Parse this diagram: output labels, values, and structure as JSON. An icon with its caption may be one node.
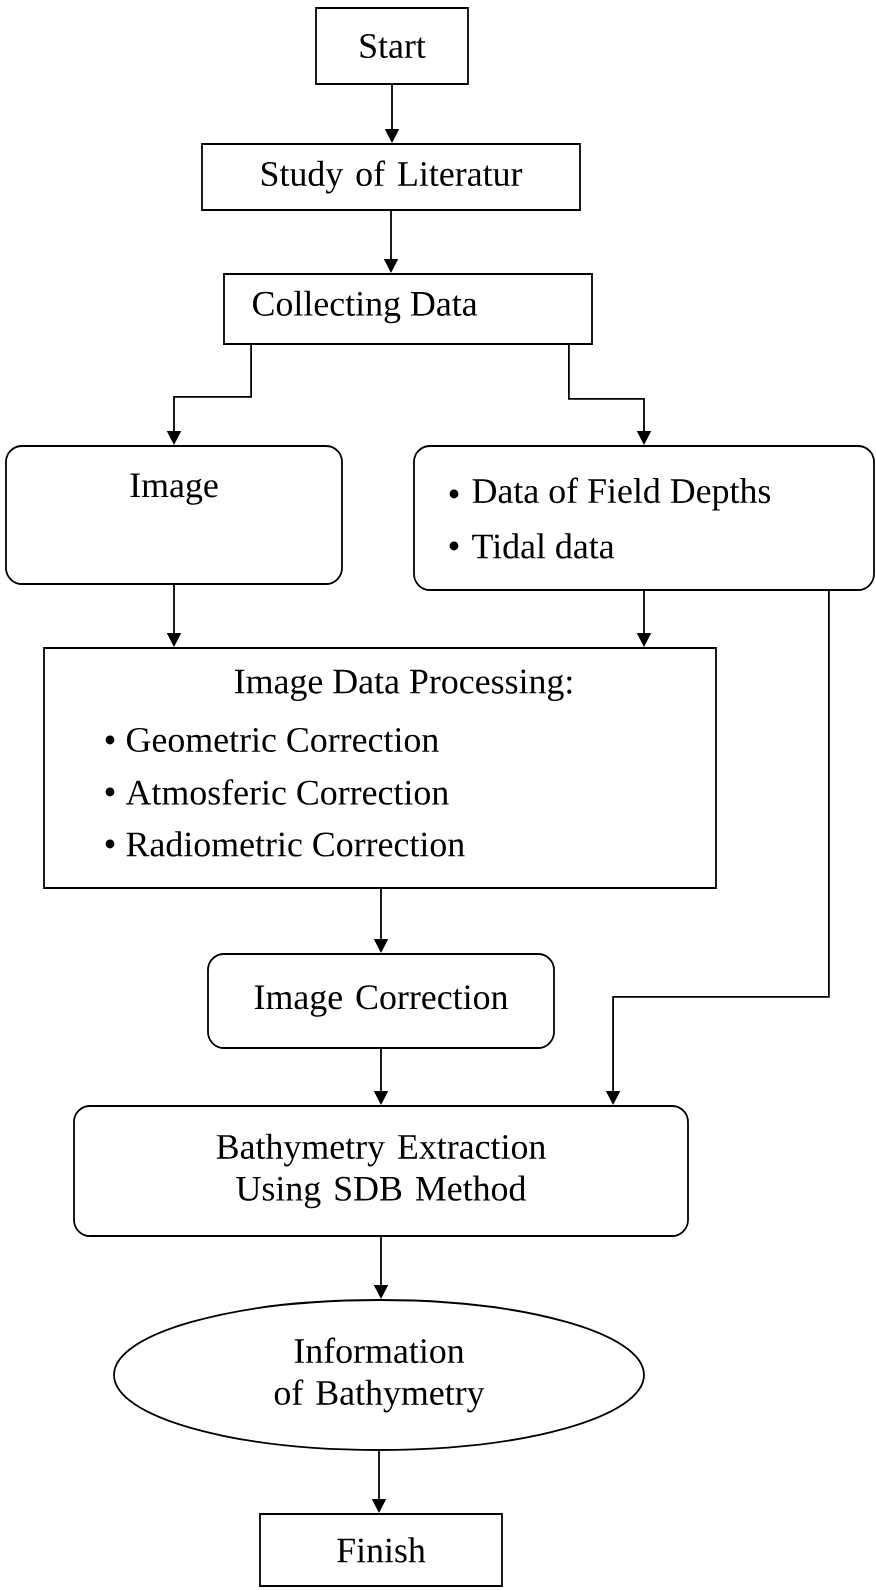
{
  "diagram": {
    "nodes": [
      {
        "text": [
          "Start"
        ]
      },
      {
        "text": [
          "Study of Literatur"
        ]
      },
      {
        "text": [
          "Collecting Data"
        ]
      },
      {
        "text": [
          "Image"
        ]
      },
      {
        "text": [
          "Data of Field Depths",
          "Tidal data"
        ]
      },
      {
        "text": [
          "Image Data Processing:",
          "Geometric Correction",
          "Atmosferic Correction",
          "Radiometric Correction"
        ]
      },
      {
        "text": [
          "Image Correction"
        ]
      },
      {
        "text": [
          "Bathymetry Extraction Using SDB Method"
        ]
      },
      {
        "text": [
          "Information of Bathymetry"
        ]
      },
      {
        "text": [
          "Finish"
        ]
      }
    ],
    "edges": [
      {
        "from": 0,
        "to": 1,
        "arrow": "to"
      },
      {
        "from": 1,
        "to": 2,
        "arrow": "to"
      },
      {
        "from": 2,
        "to": 3,
        "arrow": "to"
      },
      {
        "from": 2,
        "to": 4,
        "arrow": "to"
      },
      {
        "from": 3,
        "to": 5,
        "arrow": "to"
      },
      {
        "from": 4,
        "to": 5,
        "arrow": "to"
      },
      {
        "from": 4,
        "to": 7,
        "arrow": "to"
      },
      {
        "from": 5,
        "to": 6,
        "arrow": "to"
      },
      {
        "from": 6,
        "to": 7,
        "arrow": "to"
      },
      {
        "from": 7,
        "to": 8,
        "arrow": "to"
      },
      {
        "from": 8,
        "to": 9,
        "arrow": "to"
      }
    ]
  }
}
